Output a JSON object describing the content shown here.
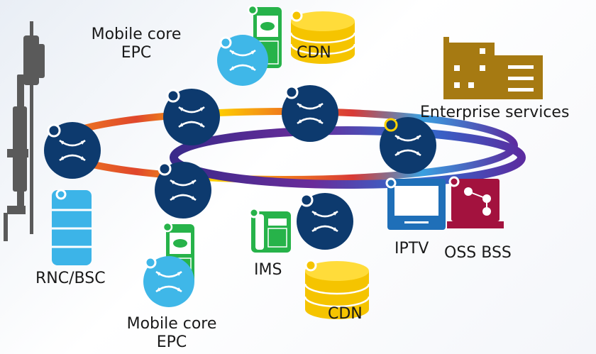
{
  "labels": {
    "mobile_core_top": [
      "Mobile core",
      "EPC"
    ],
    "cdn_top": "CDN",
    "enterprise": "Enterprise services",
    "rnc_bsc": "RNC/BSC",
    "ims": "IMS",
    "iptv": "IPTV",
    "oss_bss": "OSS BSS",
    "cdn_bottom": "CDN",
    "mobile_core_bottom": [
      "Mobile core",
      "EPC"
    ]
  },
  "colors": {
    "router_fill": "#0d3a6e",
    "router_light_fill": "#3fb7e8",
    "phone_green": "#27b34a",
    "cdn_yellow": "#f5c400",
    "enterprise_brown": "#a67a12",
    "iptv_blue": "#1f6fb8",
    "oss_red": "#a3123e",
    "server_blue": "#3cb4e8",
    "ring_purple": "#4b2c8f"
  },
  "icons": {
    "router": "router-icon",
    "phone": "mobile-phone-icon",
    "database": "database-icon",
    "building": "building-icon",
    "server": "server-icon",
    "tower": "cell-tower-icon",
    "tv": "tv-icon",
    "workstation": "workstation-icon",
    "desk_phone": "desk-phone-icon"
  }
}
